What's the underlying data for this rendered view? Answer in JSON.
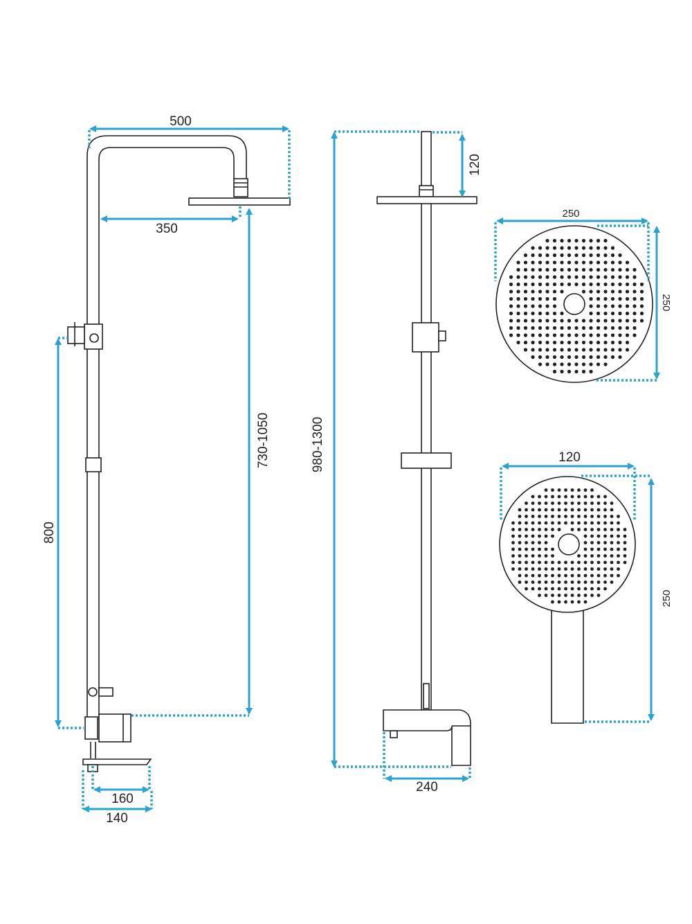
{
  "side_view": {
    "overhead_arm_width": "500",
    "arm_reach": "350",
    "head_height_range": "730-1050",
    "mixer_height": "800",
    "mixer_depth_a": "160",
    "mixer_depth_b": "140"
  },
  "front_view": {
    "top_extension": "120",
    "total_height_range": "980-1300",
    "spout_width": "240"
  },
  "rain_shower_head": {
    "width": "250",
    "height": "250"
  },
  "hand_shower": {
    "head_width": "120",
    "total_length": "250"
  },
  "colors": {
    "dimension": "#2aa3cf",
    "outline": "#231f20"
  }
}
